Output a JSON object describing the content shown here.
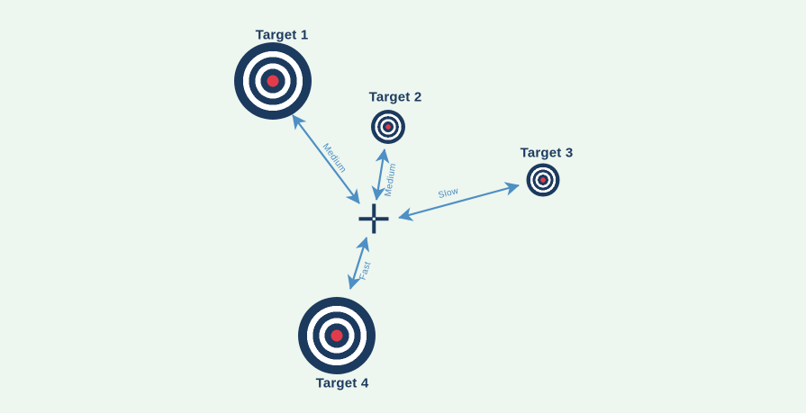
{
  "diagram": {
    "background_color": "#EDF6EF",
    "target_ring_color": "#1C3A5E",
    "target_center_color": "#E03C4B",
    "arrow_color": "#4E8FC4",
    "label_color": "#1C3A5E"
  },
  "targets": [
    {
      "label": "Target 1",
      "size": "large"
    },
    {
      "label": "Target 2",
      "size": "small"
    },
    {
      "label": "Target 3",
      "size": "small"
    },
    {
      "label": "Target 4",
      "size": "large"
    }
  ],
  "arrows": [
    {
      "to": "Target 1",
      "label": "Medium"
    },
    {
      "to": "Target 2",
      "label": "Medium"
    },
    {
      "to": "Target 3",
      "label": "Slow"
    },
    {
      "to": "Target 4",
      "label": "Fast"
    }
  ]
}
